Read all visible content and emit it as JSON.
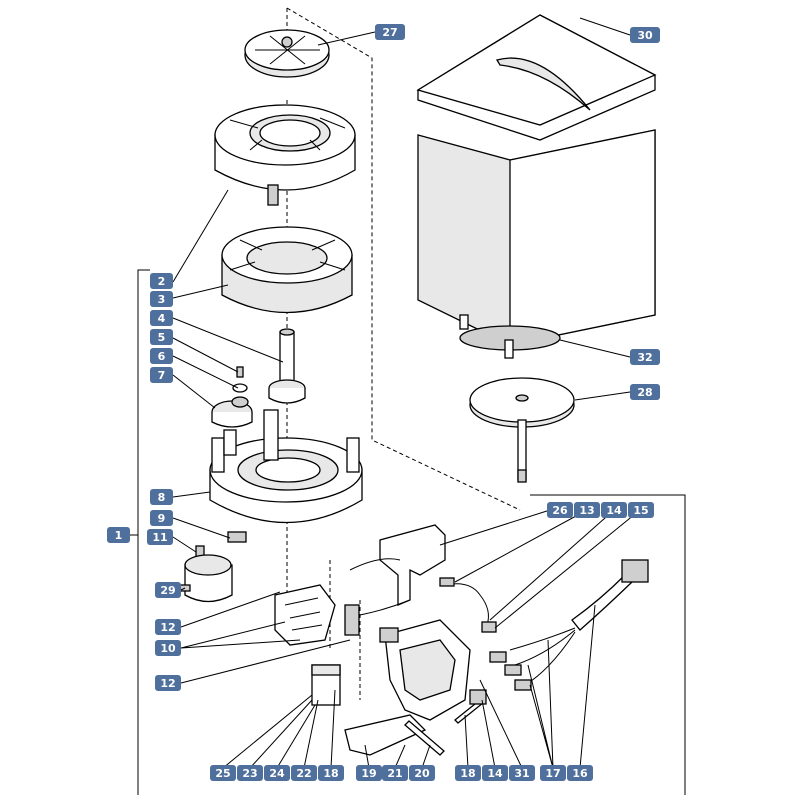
{
  "diagram": {
    "title": "",
    "accent_color": "#4f6f9c",
    "callouts": {
      "c1": "1",
      "c2": "2",
      "c3": "3",
      "c4": "4",
      "c5": "5",
      "c6": "6",
      "c7": "7",
      "c8": "8",
      "c9": "9",
      "c10": "10",
      "c11": "11",
      "c12a": "12",
      "c12b": "12",
      "c13": "13",
      "c14a": "14",
      "c14b": "14",
      "c15": "15",
      "c16": "16",
      "c17": "17",
      "c18a": "18",
      "c18b": "18",
      "c19": "19",
      "c20": "20",
      "c21": "21",
      "c22": "22",
      "c23": "23",
      "c24": "24",
      "c25": "25",
      "c26": "26",
      "c27": "27",
      "c28": "28",
      "c29": "29",
      "c30": "30",
      "c31": "31",
      "c32": "32"
    }
  }
}
